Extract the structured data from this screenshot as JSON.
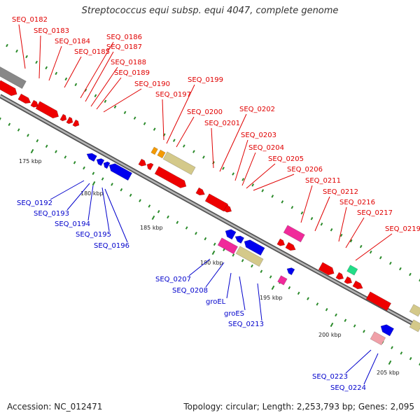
{
  "title": "Streptococcus equi subsp. equi 4047, complete genome",
  "footer": {
    "accession": "Accession: NC_012471",
    "summary": "Topology: circular; Length: 2,253,793 bp; Genes: 2,095"
  },
  "colors": {
    "forward_label": "#e00000",
    "reverse_label": "#0000cc",
    "backbone": "#777777",
    "tick": "#2a8a2a",
    "red": "#ee0000",
    "blue": "#0000ee",
    "khaki": "#d4c98a",
    "pink": "#f02a9a",
    "orange": "#f59a00",
    "green": "#22dd88",
    "lightpink": "#f0a0a8",
    "grey": "#888888"
  },
  "ticks": [
    {
      "label": "175 kbp"
    },
    {
      "label": "180 kbp"
    },
    {
      "label": "185 kbp"
    },
    {
      "label": "190 kbp"
    },
    {
      "label": "195 kbp"
    },
    {
      "label": "200 kbp"
    },
    {
      "label": "205 kbp"
    }
  ],
  "forward_labels": [
    "SEQ_0182",
    "SEQ_0183",
    "SEQ_0184",
    "SEQ_0185",
    "SEQ_0186",
    "SEQ_0187",
    "SEQ_0188",
    "SEQ_0189",
    "SEQ_0190",
    "SEQ_0197",
    "SEQ_0199",
    "SEQ_0200",
    "SEQ_0201",
    "SEQ_0202",
    "SEQ_0203",
    "SEQ_0204",
    "SEQ_0205",
    "SEQ_0206",
    "SEQ_0211",
    "SEQ_0212",
    "SEQ_0216",
    "SEQ_0217",
    "SEQ_0219"
  ],
  "reverse_labels": [
    "SEQ_0192",
    "SEQ_0193",
    "SEQ_0194",
    "SEQ_0195",
    "SEQ_0196",
    "SEQ_0207",
    "SEQ_0208",
    "groEL",
    "groES",
    "SEQ_0213",
    "SEQ_0223",
    "SEQ_0224"
  ]
}
